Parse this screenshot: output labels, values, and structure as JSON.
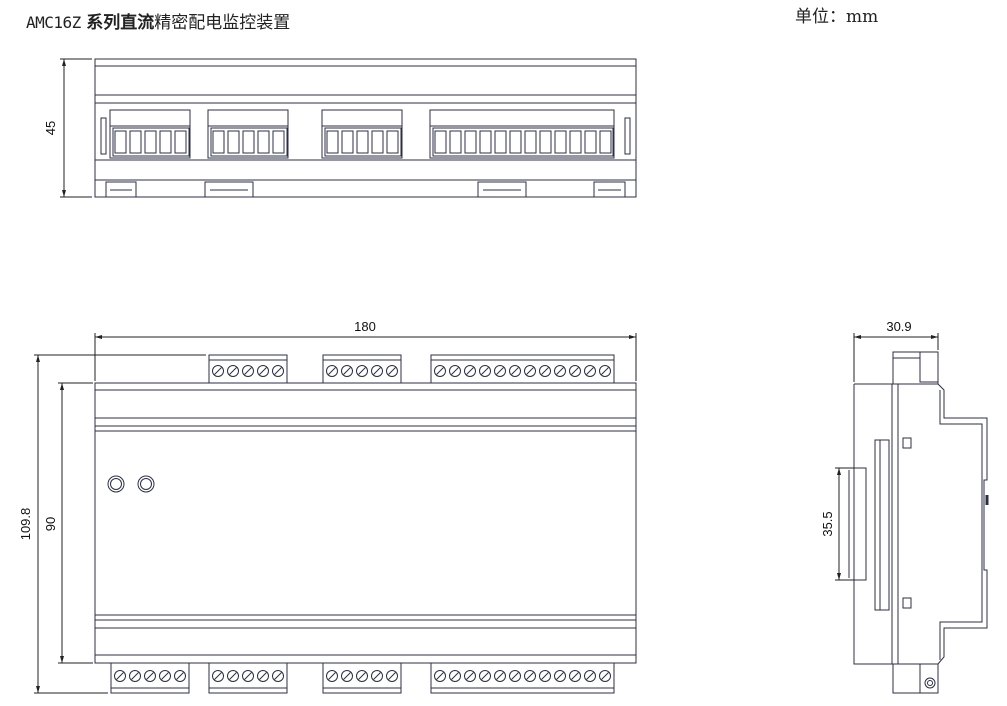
{
  "header": {
    "model": "AMC16Z",
    "title_bold": "系列直流",
    "title_rest": "精密配电监控装置",
    "unit_label": "单位：",
    "unit_value": "mm"
  },
  "dimensions": {
    "top_view_height": "45",
    "front_width": "180",
    "front_total_height": "109.8",
    "front_body_height": "90",
    "side_depth": "30.9",
    "side_rail": "35.5"
  },
  "colors": {
    "stroke": "#2b2f44",
    "dim_line": "#222222"
  }
}
